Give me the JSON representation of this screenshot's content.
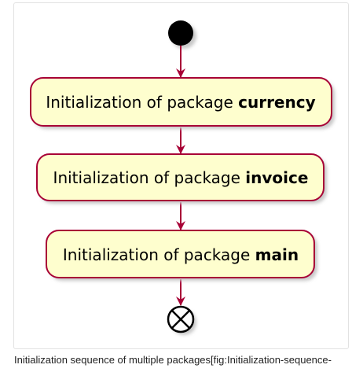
{
  "diagram": {
    "nodes": [
      {
        "prefix": "Initialization of package ",
        "package": "currency"
      },
      {
        "prefix": "Initialization of package ",
        "package": "invoice"
      },
      {
        "prefix": "Initialization of package ",
        "package": "main"
      }
    ],
    "colors": {
      "node_fill": "#fefece",
      "node_border": "#a80036",
      "arrow": "#a80036",
      "start": "#000000",
      "shadow": "#c8c8c8"
    }
  },
  "caption": "Initialization sequence of multiple packages[fig:Initialization-sequence-"
}
